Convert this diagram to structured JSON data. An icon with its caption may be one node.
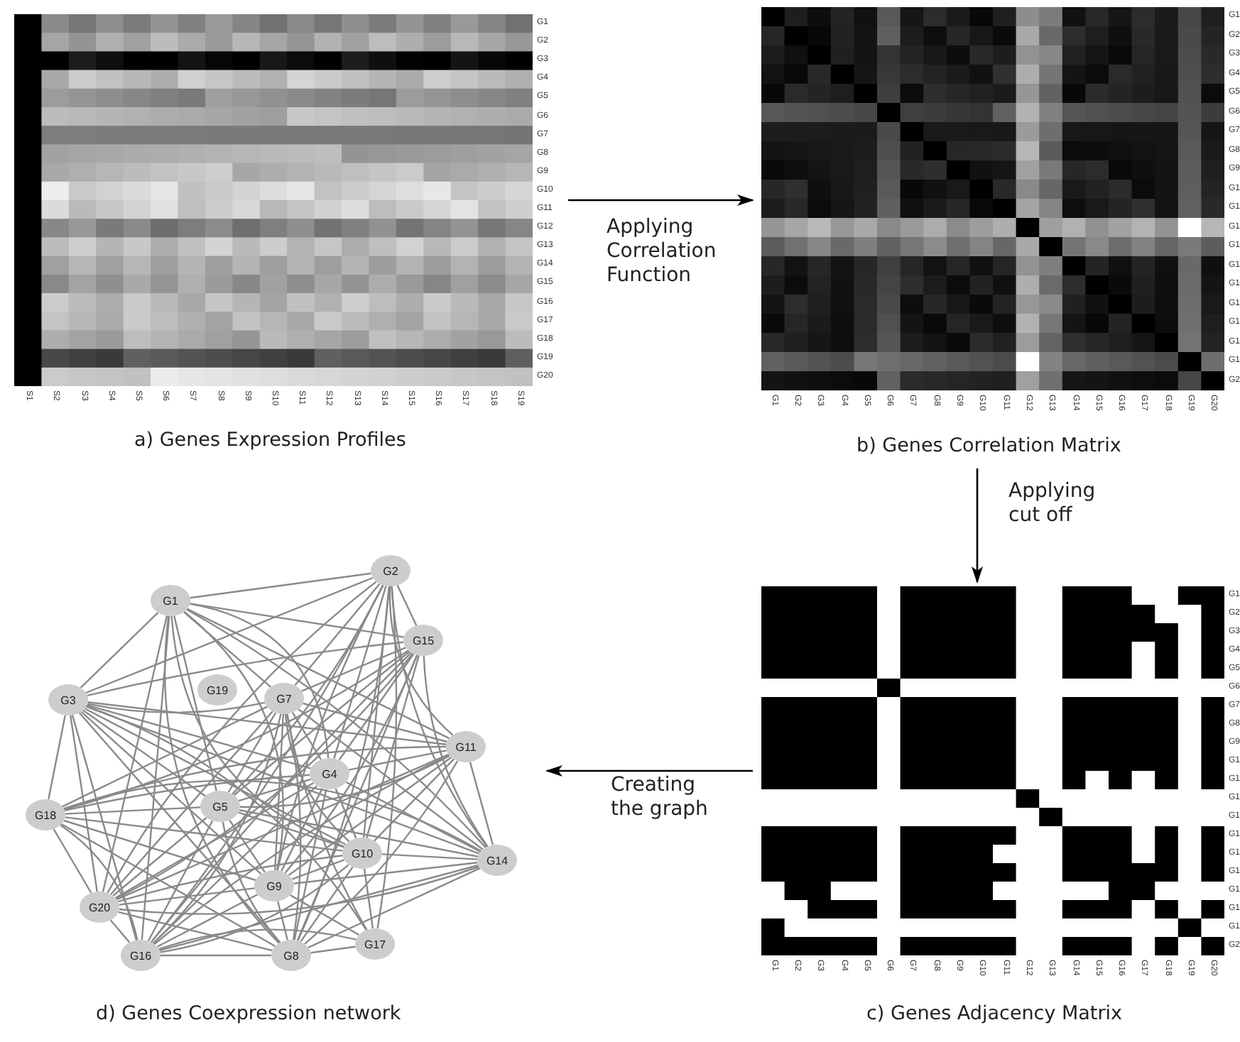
{
  "diagram": {
    "nodes": [
      {
        "text": [],
        "shape": "picture",
        "beside": [
          "a) Genes Expression Profiles"
        ]
      },
      {
        "text": [],
        "shape": "picture",
        "beside": [
          "b) Genes Correlation Matrix"
        ]
      },
      {
        "text": [],
        "shape": "picture",
        "beside": [
          "c) Genes Adjacency Matrix"
        ]
      },
      {
        "text": [],
        "shape": "picture",
        "beside": [
          "d) Genes Coexpression network"
        ]
      },
      {
        "text": [
          "G2"
        ],
        "in": 3
      },
      {
        "text": [
          "G1"
        ],
        "in": 3
      },
      {
        "text": [
          "G15"
        ],
        "in": 3
      },
      {
        "text": [
          "G19"
        ],
        "in": 3
      },
      {
        "text": [
          "G7"
        ],
        "in": 3
      },
      {
        "text": [
          "G3"
        ],
        "in": 3
      },
      {
        "text": [
          "G11"
        ],
        "in": 3
      },
      {
        "text": [
          "G4"
        ],
        "in": 3
      },
      {
        "text": [
          "G5"
        ],
        "in": 3
      },
      {
        "text": [
          "G18"
        ],
        "in": 3
      },
      {
        "text": [
          "G10"
        ],
        "in": 3
      },
      {
        "text": [
          "G14"
        ],
        "in": 3
      },
      {
        "text": [
          "G9"
        ],
        "in": 3
      },
      {
        "text": [
          "G20"
        ],
        "in": 3
      },
      {
        "text": [
          "G17"
        ],
        "in": 3
      },
      {
        "text": [
          "G16"
        ],
        "in": 3
      },
      {
        "text": [
          "G8"
        ],
        "in": 3
      }
    ],
    "edges": [
      {
        "from": 0,
        "to": 1,
        "arrow": "to",
        "label": "Applying Correlation Function",
        "color": "#000000"
      },
      {
        "from": 1,
        "to": 2,
        "arrow": "to",
        "label": "Applying cut off",
        "color": "#000000"
      },
      {
        "from": 2,
        "to": 3,
        "arrow": "to",
        "label": "Creating the graph",
        "color": "#000000"
      },
      {
        "from": 5,
        "to": 4,
        "arrow": "none"
      },
      {
        "from": 5,
        "to": 9,
        "arrow": "none"
      },
      {
        "from": 5,
        "to": 11,
        "arrow": "none"
      },
      {
        "from": 5,
        "to": 12,
        "arrow": "none"
      },
      {
        "from": 5,
        "to": 8,
        "arrow": "none"
      },
      {
        "from": 5,
        "to": 20,
        "arrow": "none"
      },
      {
        "from": 5,
        "to": 16,
        "arrow": "none"
      },
      {
        "from": 5,
        "to": 14,
        "arrow": "none"
      },
      {
        "from": 5,
        "to": 10,
        "arrow": "none"
      },
      {
        "from": 5,
        "to": 15,
        "arrow": "none"
      },
      {
        "from": 5,
        "to": 6,
        "arrow": "none"
      },
      {
        "from": 5,
        "to": 19,
        "arrow": "none"
      },
      {
        "from": 5,
        "to": 17,
        "arrow": "none"
      },
      {
        "from": 4,
        "to": 9,
        "arrow": "none"
      },
      {
        "from": 4,
        "to": 11,
        "arrow": "none"
      },
      {
        "from": 4,
        "to": 12,
        "arrow": "none"
      },
      {
        "from": 4,
        "to": 8,
        "arrow": "none"
      },
      {
        "from": 4,
        "to": 20,
        "arrow": "none"
      },
      {
        "from": 4,
        "to": 16,
        "arrow": "none"
      },
      {
        "from": 4,
        "to": 14,
        "arrow": "none"
      },
      {
        "from": 4,
        "to": 10,
        "arrow": "none"
      },
      {
        "from": 4,
        "to": 15,
        "arrow": "none"
      },
      {
        "from": 4,
        "to": 6,
        "arrow": "none"
      },
      {
        "from": 4,
        "to": 19,
        "arrow": "none"
      },
      {
        "from": 4,
        "to": 17,
        "arrow": "none"
      },
      {
        "from": 9,
        "to": 11,
        "arrow": "none"
      },
      {
        "from": 9,
        "to": 12,
        "arrow": "none"
      },
      {
        "from": 9,
        "to": 8,
        "arrow": "none"
      },
      {
        "from": 9,
        "to": 20,
        "arrow": "none"
      },
      {
        "from": 9,
        "to": 16,
        "arrow": "none"
      },
      {
        "from": 9,
        "to": 14,
        "arrow": "none"
      },
      {
        "from": 9,
        "to": 10,
        "arrow": "none"
      },
      {
        "from": 9,
        "to": 15,
        "arrow": "none"
      },
      {
        "from": 9,
        "to": 6,
        "arrow": "none"
      },
      {
        "from": 9,
        "to": 19,
        "arrow": "none"
      },
      {
        "from": 9,
        "to": 13,
        "arrow": "none"
      },
      {
        "from": 9,
        "to": 17,
        "arrow": "none"
      },
      {
        "from": 11,
        "to": 12,
        "arrow": "none"
      },
      {
        "from": 11,
        "to": 8,
        "arrow": "none"
      },
      {
        "from": 11,
        "to": 20,
        "arrow": "none"
      },
      {
        "from": 11,
        "to": 16,
        "arrow": "none"
      },
      {
        "from": 11,
        "to": 14,
        "arrow": "none"
      },
      {
        "from": 11,
        "to": 10,
        "arrow": "none"
      },
      {
        "from": 11,
        "to": 15,
        "arrow": "none"
      },
      {
        "from": 11,
        "to": 6,
        "arrow": "none"
      },
      {
        "from": 11,
        "to": 19,
        "arrow": "none"
      },
      {
        "from": 11,
        "to": 13,
        "arrow": "none"
      },
      {
        "from": 11,
        "to": 17,
        "arrow": "none"
      },
      {
        "from": 12,
        "to": 8,
        "arrow": "none"
      },
      {
        "from": 12,
        "to": 20,
        "arrow": "none"
      },
      {
        "from": 12,
        "to": 16,
        "arrow": "none"
      },
      {
        "from": 12,
        "to": 14,
        "arrow": "none"
      },
      {
        "from": 12,
        "to": 10,
        "arrow": "none"
      },
      {
        "from": 12,
        "to": 15,
        "arrow": "none"
      },
      {
        "from": 12,
        "to": 6,
        "arrow": "none"
      },
      {
        "from": 12,
        "to": 19,
        "arrow": "none"
      },
      {
        "from": 12,
        "to": 13,
        "arrow": "none"
      },
      {
        "from": 12,
        "to": 17,
        "arrow": "none"
      },
      {
        "from": 8,
        "to": 20,
        "arrow": "none"
      },
      {
        "from": 8,
        "to": 16,
        "arrow": "none"
      },
      {
        "from": 8,
        "to": 14,
        "arrow": "none"
      },
      {
        "from": 8,
        "to": 10,
        "arrow": "none"
      },
      {
        "from": 8,
        "to": 15,
        "arrow": "none"
      },
      {
        "from": 8,
        "to": 6,
        "arrow": "none"
      },
      {
        "from": 8,
        "to": 19,
        "arrow": "none"
      },
      {
        "from": 8,
        "to": 13,
        "arrow": "none"
      },
      {
        "from": 8,
        "to": 17,
        "arrow": "none"
      },
      {
        "from": 20,
        "to": 16,
        "arrow": "none"
      },
      {
        "from": 20,
        "to": 14,
        "arrow": "none"
      },
      {
        "from": 20,
        "to": 10,
        "arrow": "none"
      },
      {
        "from": 20,
        "to": 15,
        "arrow": "none"
      },
      {
        "from": 20,
        "to": 6,
        "arrow": "none"
      },
      {
        "from": 20,
        "to": 19,
        "arrow": "none"
      },
      {
        "from": 20,
        "to": 13,
        "arrow": "none"
      },
      {
        "from": 20,
        "to": 17,
        "arrow": "none"
      },
      {
        "from": 16,
        "to": 14,
        "arrow": "none"
      },
      {
        "from": 16,
        "to": 10,
        "arrow": "none"
      },
      {
        "from": 16,
        "to": 15,
        "arrow": "none"
      },
      {
        "from": 16,
        "to": 6,
        "arrow": "none"
      },
      {
        "from": 16,
        "to": 19,
        "arrow": "none"
      },
      {
        "from": 16,
        "to": 13,
        "arrow": "none"
      },
      {
        "from": 16,
        "to": 17,
        "arrow": "none"
      },
      {
        "from": 14,
        "to": 10,
        "arrow": "none"
      },
      {
        "from": 14,
        "to": 15,
        "arrow": "none"
      },
      {
        "from": 14,
        "to": 6,
        "arrow": "none"
      },
      {
        "from": 14,
        "to": 19,
        "arrow": "none"
      },
      {
        "from": 14,
        "to": 13,
        "arrow": "none"
      },
      {
        "from": 14,
        "to": 17,
        "arrow": "none"
      },
      {
        "from": 10,
        "to": 15,
        "arrow": "none"
      },
      {
        "from": 10,
        "to": 19,
        "arrow": "none"
      },
      {
        "from": 10,
        "to": 13,
        "arrow": "none"
      },
      {
        "from": 10,
        "to": 17,
        "arrow": "none"
      },
      {
        "from": 15,
        "to": 6,
        "arrow": "none"
      },
      {
        "from": 15,
        "to": 19,
        "arrow": "none"
      },
      {
        "from": 15,
        "to": 13,
        "arrow": "none"
      },
      {
        "from": 15,
        "to": 17,
        "arrow": "none"
      },
      {
        "from": 6,
        "to": 19,
        "arrow": "none"
      },
      {
        "from": 6,
        "to": 13,
        "arrow": "none"
      },
      {
        "from": 6,
        "to": 17,
        "arrow": "none"
      },
      {
        "from": 19,
        "to": 13,
        "arrow": "none"
      },
      {
        "from": 19,
        "to": 17,
        "arrow": "none"
      },
      {
        "from": 13,
        "to": 17,
        "arrow": "none"
      },
      {
        "from": 18,
        "to": 4,
        "arrow": "none"
      },
      {
        "from": 18,
        "to": 9,
        "arrow": "none"
      },
      {
        "from": 18,
        "to": 8,
        "arrow": "none"
      },
      {
        "from": 18,
        "to": 20,
        "arrow": "none"
      },
      {
        "from": 18,
        "to": 16,
        "arrow": "none"
      },
      {
        "from": 18,
        "to": 14,
        "arrow": "none"
      },
      {
        "from": 18,
        "to": 19,
        "arrow": "none"
      }
    ],
    "labels": [
      "G1",
      "G2",
      "G3",
      "G4",
      "G5",
      "G6",
      "G7",
      "G8",
      "G9",
      "G10",
      "G11",
      "G12",
      "G13",
      "G14",
      "G15",
      "G16",
      "G17",
      "G18",
      "G19",
      "G20",
      "S1",
      "S2",
      "S3",
      "S4",
      "S5",
      "S6",
      "S7",
      "S8",
      "S9",
      "S10",
      "S11",
      "S12",
      "S13",
      "S14",
      "S15",
      "S16",
      "S17",
      "S18",
      "S19",
      "G1",
      "G2",
      "G3",
      "G4",
      "G5",
      "G6",
      "G7",
      "G8",
      "G9",
      "G1",
      "G1",
      "G1",
      "G1",
      "G1",
      "G1",
      "G1",
      "G1",
      "G1",
      "G1",
      "G2",
      "G1",
      "G2",
      "G3",
      "G4",
      "G5",
      "G6",
      "G7",
      "G8",
      "G9",
      "G10",
      "G11",
      "G12",
      "G13",
      "G14",
      "G15",
      "G16",
      "G17",
      "G18",
      "G19",
      "G20",
      "G1",
      "G2",
      "G3",
      "G4",
      "G5",
      "G6",
      "G7",
      "G8",
      "G9",
      "G1",
      "G1",
      "G1",
      "G1",
      "G1",
      "G1",
      "G1",
      "G1",
      "G1",
      "G1",
      "G2",
      "G1",
      "G2",
      "G3",
      "G4",
      "G5",
      "G6",
      "G7",
      "G8",
      "G9",
      "G10",
      "G11",
      "G12",
      "G13",
      "G14",
      "G15",
      "G16",
      "G17",
      "G18",
      "G19",
      "G20"
    ]
  }
}
